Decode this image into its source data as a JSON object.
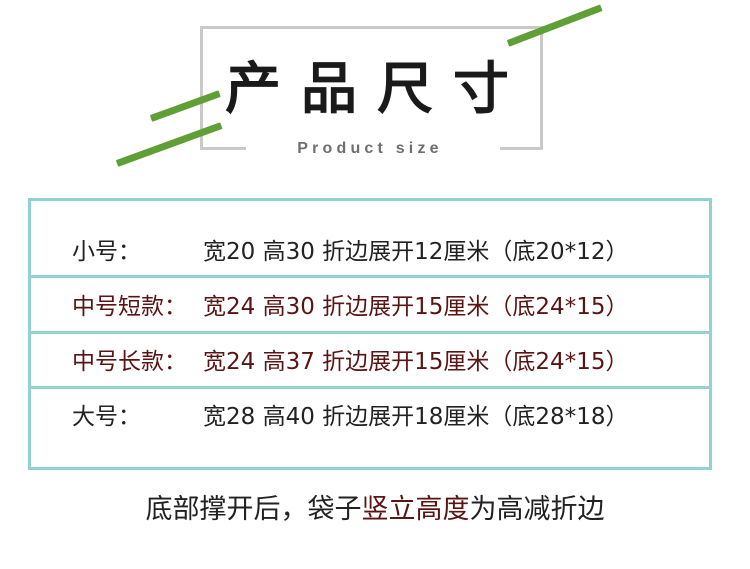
{
  "header": {
    "title": "产品尺寸",
    "subtitle": "Product size"
  },
  "colors": {
    "frame": "#c9c9c9",
    "accent_green": "#5f9f35",
    "table_border": "#8ed3cf",
    "text_dark": "#222222",
    "text_red": "#5a1414"
  },
  "size_table": {
    "rows": [
      {
        "label": "小号：",
        "value": "宽20  高30  折边展开12厘米（底20*12）",
        "color": "#222222"
      },
      {
        "label": "中号短款：",
        "value": "宽24  高30  折边展开15厘米（底24*15）",
        "color": "#5a1414"
      },
      {
        "label": "中号长款：",
        "value": "宽24  高37  折边展开15厘米（底24*15）",
        "color": "#5a1414"
      },
      {
        "label": "大号：",
        "value": "宽28  高40  折边展开18厘米（底28*18）",
        "color": "#222222"
      }
    ]
  },
  "note": {
    "prefix": "底部撑开后，袋子",
    "highlight": "竖立高度",
    "suffix": "为高减折边",
    "highlight_color": "#5a1414"
  }
}
